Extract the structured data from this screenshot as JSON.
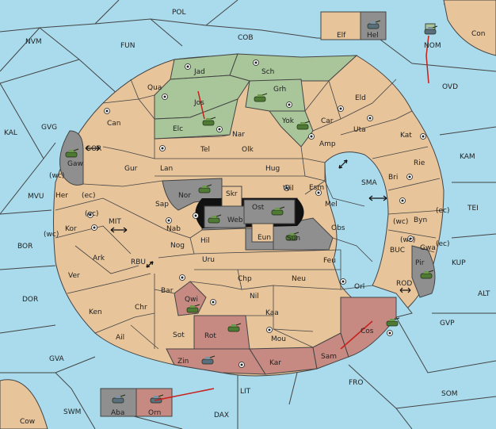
{
  "colors": {
    "sea": "#a9dbec",
    "land": "#e7c49a",
    "green_player": "#a8c69a",
    "gray_player": "#8f8f8f",
    "red_player": "#c78a82",
    "border": "#444444",
    "order_arrow": "#c8201c"
  },
  "sea_labels": [
    {
      "id": "pol",
      "text": "POL"
    },
    {
      "id": "nvm",
      "text": "NVM"
    },
    {
      "id": "fun",
      "text": "FUN"
    },
    {
      "id": "cob",
      "text": "COB"
    },
    {
      "id": "ovd",
      "text": "OVD"
    },
    {
      "id": "kal",
      "text": "KAL"
    },
    {
      "id": "gvg",
      "text": "GVG"
    },
    {
      "id": "gor",
      "text": "GOR"
    },
    {
      "id": "mvu",
      "text": "MVU"
    },
    {
      "id": "mit",
      "text": "MIT"
    },
    {
      "id": "bor",
      "text": "BOR"
    },
    {
      "id": "rbu",
      "text": "RBU"
    },
    {
      "id": "dor",
      "text": "DOR"
    },
    {
      "id": "gva",
      "text": "GVA"
    },
    {
      "id": "swm",
      "text": "SWM"
    },
    {
      "id": "dax",
      "text": "DAX"
    },
    {
      "id": "lit",
      "text": "LIT"
    },
    {
      "id": "fro",
      "text": "FRO"
    },
    {
      "id": "som",
      "text": "SOM"
    },
    {
      "id": "gvp",
      "text": "GVP"
    },
    {
      "id": "alt",
      "text": "ALT"
    },
    {
      "id": "kup",
      "text": "KUP"
    },
    {
      "id": "tei",
      "text": "TEI"
    },
    {
      "id": "kam",
      "text": "KAM"
    },
    {
      "id": "sma",
      "text": "SMA"
    },
    {
      "id": "buc",
      "text": "BUC"
    },
    {
      "id": "rod",
      "text": "ROD"
    },
    {
      "id": "nom",
      "text": "NOM"
    }
  ],
  "land_labels": [
    {
      "id": "con",
      "text": "Con"
    },
    {
      "id": "cow",
      "text": "Cow"
    },
    {
      "id": "elf",
      "text": "Elf"
    },
    {
      "id": "hel",
      "text": "Hel"
    },
    {
      "id": "aba",
      "text": "Aba"
    },
    {
      "id": "orn",
      "text": "Orn"
    },
    {
      "id": "jad",
      "text": "Jad"
    },
    {
      "id": "sch",
      "text": "Sch"
    },
    {
      "id": "qua",
      "text": "Qua"
    },
    {
      "id": "jos",
      "text": "Jos"
    },
    {
      "id": "grh",
      "text": "Grh"
    },
    {
      "id": "eld",
      "text": "Eld"
    },
    {
      "id": "can",
      "text": "Can"
    },
    {
      "id": "elc",
      "text": "Elc"
    },
    {
      "id": "nar",
      "text": "Nar"
    },
    {
      "id": "yok",
      "text": "Yok"
    },
    {
      "id": "car",
      "text": "Car"
    },
    {
      "id": "uta",
      "text": "Uta"
    },
    {
      "id": "kat",
      "text": "Kat"
    },
    {
      "id": "tel",
      "text": "Tel"
    },
    {
      "id": "olk",
      "text": "Olk"
    },
    {
      "id": "amp",
      "text": "Amp"
    },
    {
      "id": "gaw",
      "text": "Gaw"
    },
    {
      "id": "gur",
      "text": "Gur"
    },
    {
      "id": "lan",
      "text": "Lan"
    },
    {
      "id": "hug",
      "text": "Hug"
    },
    {
      "id": "rie",
      "text": "Rie"
    },
    {
      "id": "bri",
      "text": "Bri"
    },
    {
      "id": "wil",
      "text": "Wil"
    },
    {
      "id": "esm",
      "text": "Esm"
    },
    {
      "id": "nor",
      "text": "Nor"
    },
    {
      "id": "skr",
      "text": "Skr"
    },
    {
      "id": "ost",
      "text": "Ost"
    },
    {
      "id": "her",
      "text": "Her"
    },
    {
      "id": "sap",
      "text": "Sap"
    },
    {
      "id": "web",
      "text": "Web"
    },
    {
      "id": "mel",
      "text": "Mel"
    },
    {
      "id": "byn",
      "text": "Byn"
    },
    {
      "id": "kor",
      "text": "Kor"
    },
    {
      "id": "nab",
      "text": "Nab"
    },
    {
      "id": "eun",
      "text": "Eun"
    },
    {
      "id": "obs",
      "text": "Obs"
    },
    {
      "id": "sun",
      "text": "Sun"
    },
    {
      "id": "gwa",
      "text": "Gwa"
    },
    {
      "id": "hil",
      "text": "Hil"
    },
    {
      "id": "nog",
      "text": "Nog"
    },
    {
      "id": "ark",
      "text": "Ark"
    },
    {
      "id": "uru",
      "text": "Uru"
    },
    {
      "id": "feu",
      "text": "Feu"
    },
    {
      "id": "pir",
      "text": "Pir"
    },
    {
      "id": "ver",
      "text": "Ver"
    },
    {
      "id": "chp",
      "text": "Chp"
    },
    {
      "id": "neu",
      "text": "Neu"
    },
    {
      "id": "bar",
      "text": "Bar"
    },
    {
      "id": "nil",
      "text": "Nil"
    },
    {
      "id": "orl",
      "text": "Orl"
    },
    {
      "id": "qwi",
      "text": "Qwi"
    },
    {
      "id": "ken",
      "text": "Ken"
    },
    {
      "id": "chr",
      "text": "Chr"
    },
    {
      "id": "kaa",
      "text": "Kaa"
    },
    {
      "id": "cos",
      "text": "Cos"
    },
    {
      "id": "rot",
      "text": "Rot"
    },
    {
      "id": "ail",
      "text": "Ail"
    },
    {
      "id": "sot",
      "text": "Sot"
    },
    {
      "id": "mou",
      "text": "Mou"
    },
    {
      "id": "zin",
      "text": "Zin"
    },
    {
      "id": "kar",
      "text": "Kar"
    },
    {
      "id": "sam",
      "text": "Sam"
    }
  ],
  "coast_labels": [
    {
      "id": "her-wc",
      "text": "(wc)"
    },
    {
      "id": "her-ec",
      "text": "(ec)"
    },
    {
      "id": "kor-ec",
      "text": "(ec)"
    },
    {
      "id": "kor-wc",
      "text": "(wc)"
    },
    {
      "id": "byn-wc",
      "text": "(wc)"
    },
    {
      "id": "byn-ec",
      "text": "(ec)"
    },
    {
      "id": "gwa-wc",
      "text": "(wc)"
    },
    {
      "id": "gwa-ec",
      "text": "(ec)"
    }
  ]
}
